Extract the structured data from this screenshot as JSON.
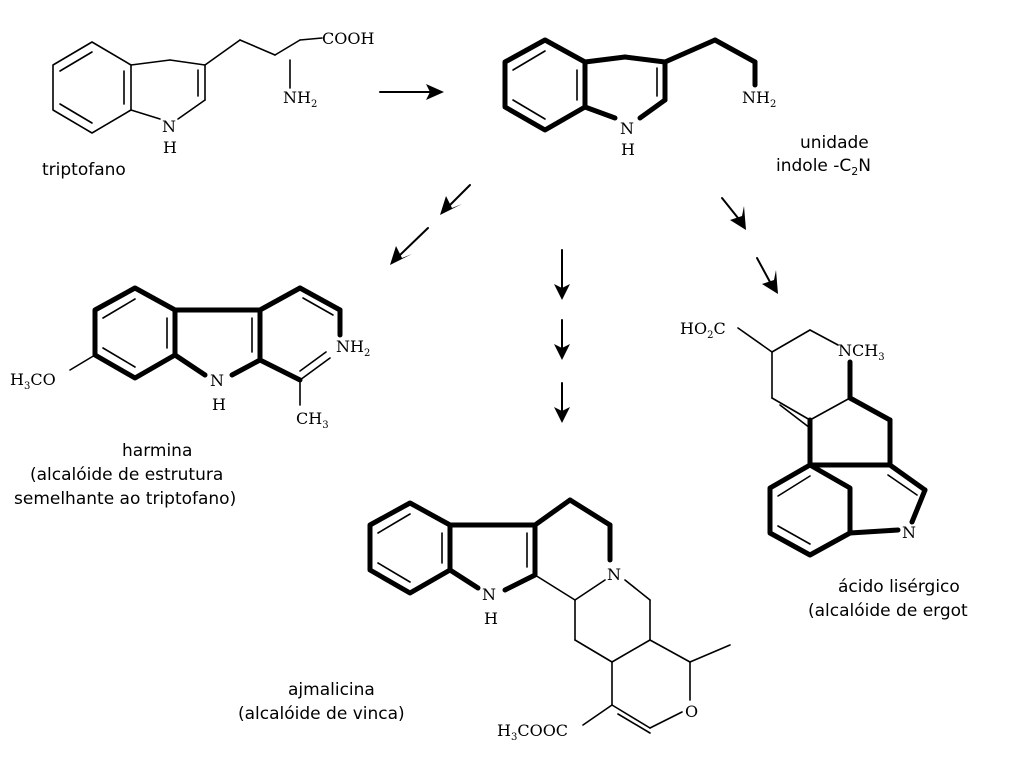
{
  "labels": {
    "triptofano": "triptofano",
    "indole_line1": "unidade",
    "indole_line2_prefix": "indole -C",
    "indole_line2_sub": "2",
    "indole_line2_suffix": "N",
    "harmina_name": "harmina",
    "harmina_line2": "(alcalóide de estrutura",
    "harmina_line3": "semelhante ao triptofano)",
    "ajmalicina_name": "ajmalicina",
    "ajmalicina_line2": "(alcalóide de vinca)",
    "lisergico_name": "ácido lisérgico",
    "lisergico_line2": "(alcalóide de ergot"
  },
  "atoms": {
    "cooh": "COOH",
    "nh2_base": "NH",
    "sub2": "2",
    "n": "N",
    "h": "H",
    "h3co_h": "H",
    "h3co_3": "3",
    "h3co_co": "CO",
    "ch3_ch": "CH",
    "ch3_3": "3",
    "ho2c_ho": "HO",
    "ho2c_2": "2",
    "ho2c_c": "C",
    "nch3_nch": "NCH",
    "nch3_3": "3",
    "o": "O",
    "h3cooc_h": "H",
    "h3cooc_3": "3",
    "h3cooc_cooc": "COOC"
  }
}
